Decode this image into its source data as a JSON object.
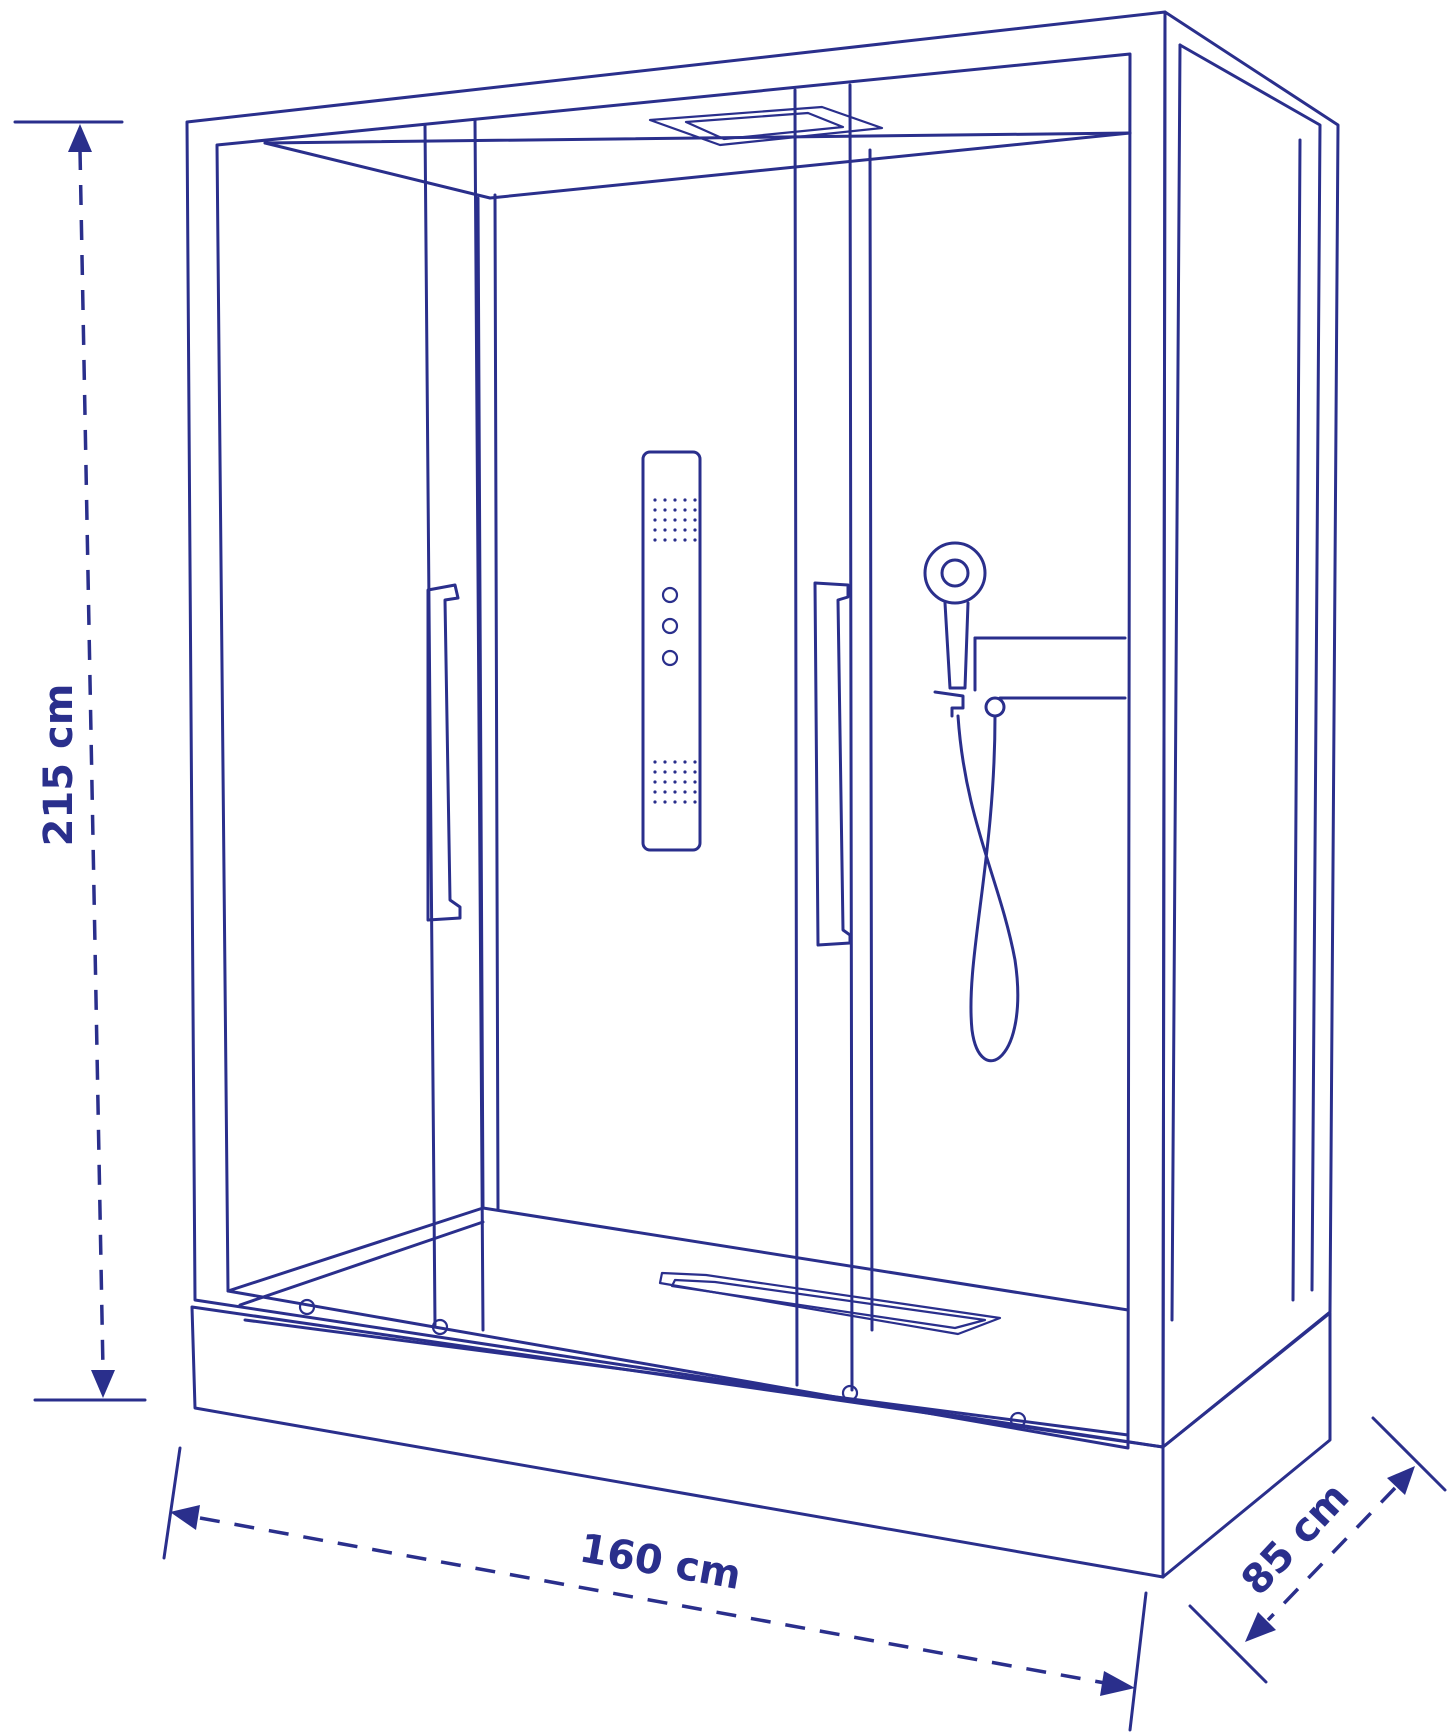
{
  "dimensions": {
    "height_label": "215 cm",
    "width_label": "160 cm",
    "depth_label": "85 cm"
  },
  "colors": {
    "line": "#2a2f8c",
    "background": "#ffffff"
  }
}
